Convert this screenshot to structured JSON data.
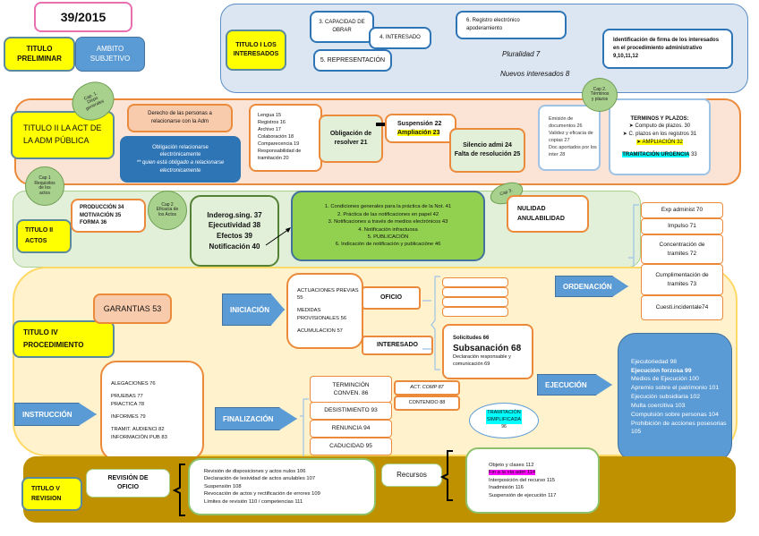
{
  "law": "39/2015",
  "titulo_preliminar": {
    "title": "TITULO PRELIMINAR",
    "ambito": "AMBITO SUBJETIVO"
  },
  "titulo_i": {
    "title": "TITULO I LOS INTERESADOS",
    "capacidad": "3. CAPACIDAD DE OBRAR",
    "interesado": "4. INTERESADO",
    "representacion": "5. REPRESENTACIÓN",
    "registro": "6. Registro electrónico apoderamiento",
    "pluralidad": "Pluralidad 7",
    "nuevos": "Nuevos interesados 8",
    "identificacion": "Identificación de firma de los interesados en el procedimiento administrativo 9,10,11,12"
  },
  "titulo_ii_adm": {
    "title": "TITULO II LA ACT DE LA ADM PÚBLICA",
    "cap1": "Cap. 1. Dispo generales",
    "cap2": "Cap 2. Términos y plazos",
    "derecho": "Derecho de las personas a relacionarse con la Adm",
    "obligacion_line1": "Obligación relacionarse electrónicamente",
    "obligacion_line2": "** quien está obligado a relacionarse electronicamente",
    "lista": [
      "Lengua 15",
      "Registros 16",
      "Archivo 17",
      "Colaboración 18",
      "Comparecencia 19",
      "Responsabilidad de tramitación 20"
    ],
    "obligacion_resolver": "Obligación de resolver 21",
    "suspension": "Suspensión 22",
    "ampliacion": "Ampliación 23",
    "silencio_1": "Silencio admi 24",
    "silencio_2": "Falta de resolución 25",
    "emision": [
      "Emisión de documentos 26",
      "Validez y eficacia de copias 27",
      "Doc aportados por los inter 28"
    ],
    "terminos_title": "TERMINOS Y PLAZOS:",
    "terminos_items": [
      "Computo de plazos. 30",
      "C. plazos en los registros 31",
      "AMPLIACIÓN 32"
    ],
    "urgencia": "TRAMITACIÓN URGENCIA",
    "urgencia_num": "33"
  },
  "titulo_iii": {
    "title": "TITULO II ACTOS",
    "cap1": "Cap 1 Requisitos de los actos",
    "cap2": "Cap 2 Eficacia de los Actos",
    "cap3": "Cap 3.",
    "requisitos": [
      "PRODUCCIÓN 34",
      "MOTIVACIÓN 35",
      "FORMA 36"
    ],
    "eficacia": [
      "Inderog.sing. 37",
      "Ejecutividad 38",
      "Efectos 39",
      "Notificación 40"
    ],
    "notificaciones": [
      "1. Condiciones generales para la práctica de la Not. 41",
      "2. Práctica de las notificaciones en papel 42",
      "3. Notificaciones a través de medios electrónicos 43",
      "4. Notificación infractuosa",
      "5. PUBLICACIÓN",
      "6. Indicación de notificación y publicacióne 46"
    ],
    "nulidad": [
      "NULIDAD",
      "ANULABILIDAD"
    ]
  },
  "titulo_iv": {
    "title": "TITULO IV PROCEDIMIENTO",
    "garantias": "GARANTIAS 53",
    "iniciacion": "INICIACIÓN",
    "iniciacion_items": [
      "ACTUACIONES PREVIAS 55",
      "MEDIDAS PROVISIONALES 56",
      "ACUMULACION 57"
    ],
    "oficio": "OFICIO",
    "interesado": "INTERESADO",
    "solicitudes": "Solicitudes 66",
    "subsanacion": "Subsanación 68",
    "declaracion": "Declaración responsable y comunicación 69",
    "ordenacion": "ORDENACIÓN",
    "ordenacion_items": [
      "Exp administ 70",
      "Impulso 71",
      "Concentración de tramites 72",
      "Cumplimentación de tramites 73",
      "Cuesti.incidentale74"
    ],
    "instruccion": "INSTRUCCIÓN",
    "instruccion_items": [
      "ALEGACIONES 76",
      "PRUEBAS 77",
      "PRACTICA 78",
      "INFORMES 79",
      "TRAMIT. AUDIENCI 82",
      "INFORMACIÓN PUB 83"
    ],
    "finalizacion": "FINALIZACIÓN",
    "finalizacion_items": [
      "TERMINCIÓN CONVEN. 86",
      "DESISTIMIENTO 93",
      "RENUNCIA 94",
      "CADUCIDAD 95"
    ],
    "act_comp": "ACT. COMP 87",
    "contenido": "CONTENIDO 88",
    "simplificada_1": "TRAMITACIÓN SIMPLIFICADA",
    "simplificada_num": "96",
    "ejecucion": "EJECUCIÓN",
    "ejecucion_items": [
      "Ejecutoriedad 98",
      "Ejecución forzosa 99",
      "Medios de Ejecución 100",
      "Apremio sobre el patrimonio 101",
      "Ejecución subsidiaria 102",
      "Multa coercitiva 103",
      "Compulsión sobre personas 104",
      "Prohibición de acciones posesorias 105"
    ]
  },
  "titulo_v": {
    "title": "TITULO V REVISION",
    "revision": "REVISIÓN DE OFICIO",
    "revision_items": [
      "Revisión de disposiciones y actos nulos 106",
      "Declaración de lesividad de actos anulables 107",
      "Suspensión 108",
      "Revocación de actos y rectificación de errores 109",
      "Límites de revisión 110 / competencias 111"
    ],
    "recursos": "Recursos",
    "recursos_items": [
      "Objeto y clases 112",
      "Fin a la vía adm 114",
      "Interposición del recurso 115",
      "Inadmisión 116",
      "Suspensión de ejecución 117"
    ]
  },
  "colors": {
    "yellow": "#ffff00",
    "blue_panel": "#dce6f2",
    "peach_panel": "#fbe4d5",
    "green_panel": "#e2efd9",
    "cream_panel": "#fff2cc",
    "olive_panel": "#bf9000",
    "arrow_blue": "#5b9bd5",
    "cap_green": "#a9d18e"
  }
}
